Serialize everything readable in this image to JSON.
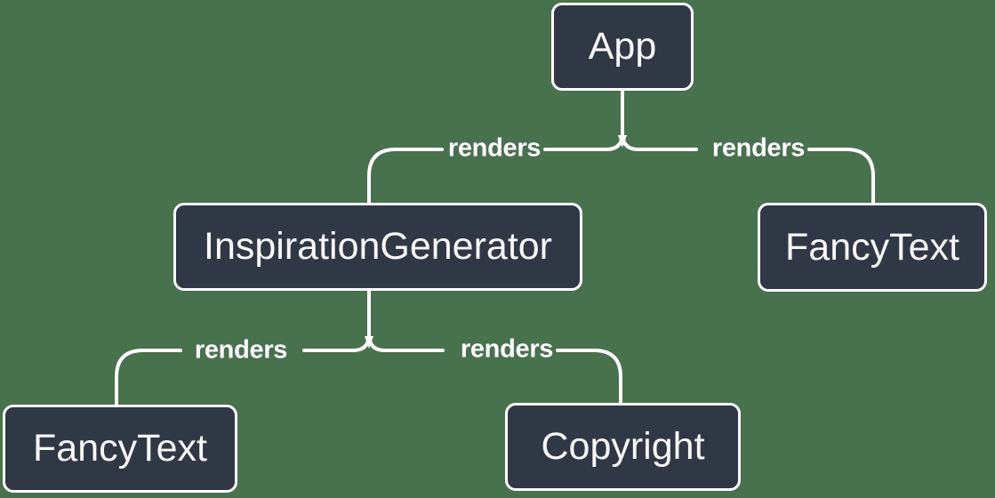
{
  "diagram": {
    "type": "tree",
    "description": "React render tree",
    "colors": {
      "background": "#48714E",
      "node_fill": "#313845",
      "node_border": "#FFFFFF",
      "node_text": "#F6F7F9",
      "line": "#FFFFFF"
    },
    "nodes": [
      {
        "id": "app",
        "label": "App"
      },
      {
        "id": "inspiration-generator",
        "label": "InspirationGenerator"
      },
      {
        "id": "fancy-text-top",
        "label": "FancyText"
      },
      {
        "id": "fancy-text-bottom",
        "label": "FancyText"
      },
      {
        "id": "copyright",
        "label": "Copyright"
      }
    ],
    "edges": [
      {
        "from": "App",
        "to": "InspirationGenerator",
        "label": "renders"
      },
      {
        "from": "App",
        "to": "FancyText",
        "label": "renders"
      },
      {
        "from": "InspirationGenerator",
        "to": "FancyText",
        "label": "renders"
      },
      {
        "from": "InspirationGenerator",
        "to": "Copyright",
        "label": "renders"
      }
    ]
  }
}
